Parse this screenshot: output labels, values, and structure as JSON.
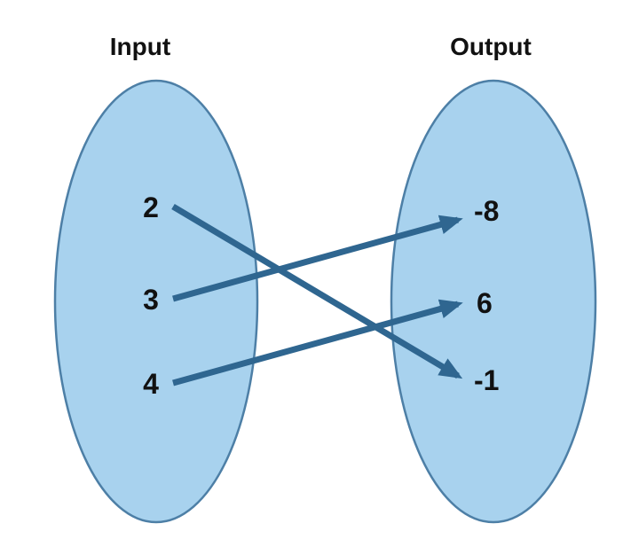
{
  "diagram": {
    "left_title": "Input",
    "right_title": "Output",
    "inputs": [
      "2",
      "3",
      "4"
    ],
    "outputs": [
      "-8",
      "6",
      "-1"
    ],
    "mappings": [
      {
        "from": "2",
        "to": "-1"
      },
      {
        "from": "3",
        "to": "-8"
      },
      {
        "from": "4",
        "to": "6"
      }
    ],
    "colors": {
      "ellipse_fill": "#A8D2EE",
      "ellipse_stroke": "#4D7FA6",
      "arrow": "#2F6690",
      "text": "#111111",
      "background": "#FFFFFF"
    }
  }
}
